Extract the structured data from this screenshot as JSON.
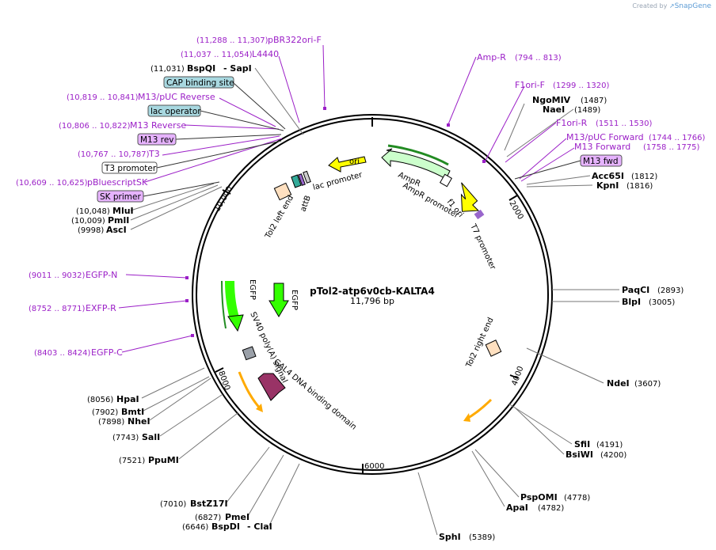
{
  "credit": {
    "prefix": "Created by",
    "brand": "SnapGene"
  },
  "plasmid": {
    "name": "pTol2-atp6v0cb-KALTA4",
    "size": "11,796 bp"
  },
  "ticks": [
    "2000",
    "4000",
    "6000",
    "8000",
    "10,000"
  ],
  "enzymes": {
    "bspqi": {
      "coord": "(11,031)",
      "name": "BspQI",
      "extra": "- SapI"
    },
    "ngomiv": {
      "name": "NgoMIV",
      "coord": "(1487)"
    },
    "naei": {
      "name": "NaeI",
      "coord": "(1489)"
    },
    "acc65i": {
      "name": "Acc65I",
      "coord": "(1812)"
    },
    "kpni": {
      "name": "KpnI",
      "coord": "(1816)"
    },
    "mlui": {
      "coord": "(10,048)",
      "name": "MluI"
    },
    "pmli": {
      "coord": "(10,009)",
      "name": "PmlI"
    },
    "asci": {
      "coord": "(9998)",
      "name": "AscI"
    },
    "paqci": {
      "name": "PaqCI",
      "coord": "(2893)"
    },
    "blpi": {
      "name": "BlpI",
      "coord": "(3005)"
    },
    "ndei": {
      "name": "NdeI",
      "coord": "(3607)"
    },
    "sfii": {
      "name": "SfiI",
      "coord": "(4191)"
    },
    "bsiwi": {
      "name": "BsiWI",
      "coord": "(4200)"
    },
    "pspomi": {
      "name": "PspOMI",
      "coord": "(4778)"
    },
    "apai": {
      "name": "ApaI",
      "coord": "(4782)"
    },
    "sphi": {
      "name": "SphI",
      "coord": "(5389)"
    },
    "hpai": {
      "coord": "(8056)",
      "name": "HpaI"
    },
    "bmti": {
      "coord": "(7902)",
      "name": "BmtI"
    },
    "nhei": {
      "coord": "(7898)",
      "name": "NheI"
    },
    "sali": {
      "coord": "(7743)",
      "name": "SalI"
    },
    "ppumi": {
      "coord": "(7521)",
      "name": "PpuMI"
    },
    "bstz17i": {
      "coord": "(7010)",
      "name": "BstZ17I"
    },
    "pmei": {
      "coord": "(6827)",
      "name": "PmeI"
    },
    "bspdi": {
      "coord": "(6646)",
      "name": "BspDI",
      "extra": "- ClaI"
    }
  },
  "primers": {
    "pbr322": {
      "coord": "(11,288 .. 11,307)",
      "name": "pBR322ori-F"
    },
    "l4440": {
      "coord": "(11,037 .. 11,054)",
      "name": "L4440"
    },
    "m13puc_rev": {
      "coord": "(10,819 .. 10,841)",
      "name": "M13/pUC Reverse"
    },
    "m13_reverse": {
      "coord": "(10,806 .. 10,822)",
      "name": "M13 Reverse"
    },
    "t3": {
      "coord": "(10,767 .. 10,787)",
      "name": "T3"
    },
    "pbluescriptsk": {
      "coord": "(10,609 .. 10,625)",
      "name": "pBluescriptSK"
    },
    "ampr": {
      "name": "Amp-R",
      "coord": "(794 .. 813)"
    },
    "f1ori_f": {
      "name": "F1ori-F",
      "coord": "(1299 .. 1320)"
    },
    "f1ori_r": {
      "name": "F1ori-R",
      "coord": "(1511 .. 1530)"
    },
    "m13puc_fwd": {
      "name": "M13/pUC Forward",
      "coord": "(1744 .. 1766)"
    },
    "m13_forward": {
      "name": "M13 Forward",
      "coord": "(1758 .. 1775)"
    },
    "egfp_n": {
      "coord": "(9011 .. 9032)",
      "name": "EGFP-N"
    },
    "exfp_r": {
      "coord": "(8752 .. 8771)",
      "name": "EXFP-R"
    },
    "egfp_c": {
      "coord": "(8403 .. 8424)",
      "name": "EGFP-C"
    }
  },
  "boxes": {
    "cap": "CAP binding site",
    "lacop": "lac operator",
    "m13rev": "M13 rev",
    "t3prom": "T3 promoter",
    "skprimer": "SK primer",
    "m13fwd": "M13 fwd"
  },
  "features": {
    "ori": "ori",
    "lac_promoter": "lac promoter",
    "attb": "attB",
    "tol2_left": "Tol2 left end",
    "ampr": "AmpR",
    "ampr_promoter": "AmpR promoter",
    "f1_ori": "f1 ori",
    "t7_promoter": "T7 promoter",
    "tol2_right": "Tol2 right end",
    "egfp1": "EGFP",
    "egfp2": "EGFP",
    "sv40": "SV40 poly(A) signal",
    "gal4": "GAL4 DNA binding domain"
  },
  "colors": {
    "primer": "#9b1fc7",
    "ori": "#ffff00",
    "ampr": "#ccffcc",
    "egfp": "#33ff00",
    "gal4": "#993366",
    "cap_box": "#a8d8e0",
    "primer_box": "#e6b3ff",
    "tol2": "#ffe0c0",
    "orange_orf": "#ffaa00"
  }
}
